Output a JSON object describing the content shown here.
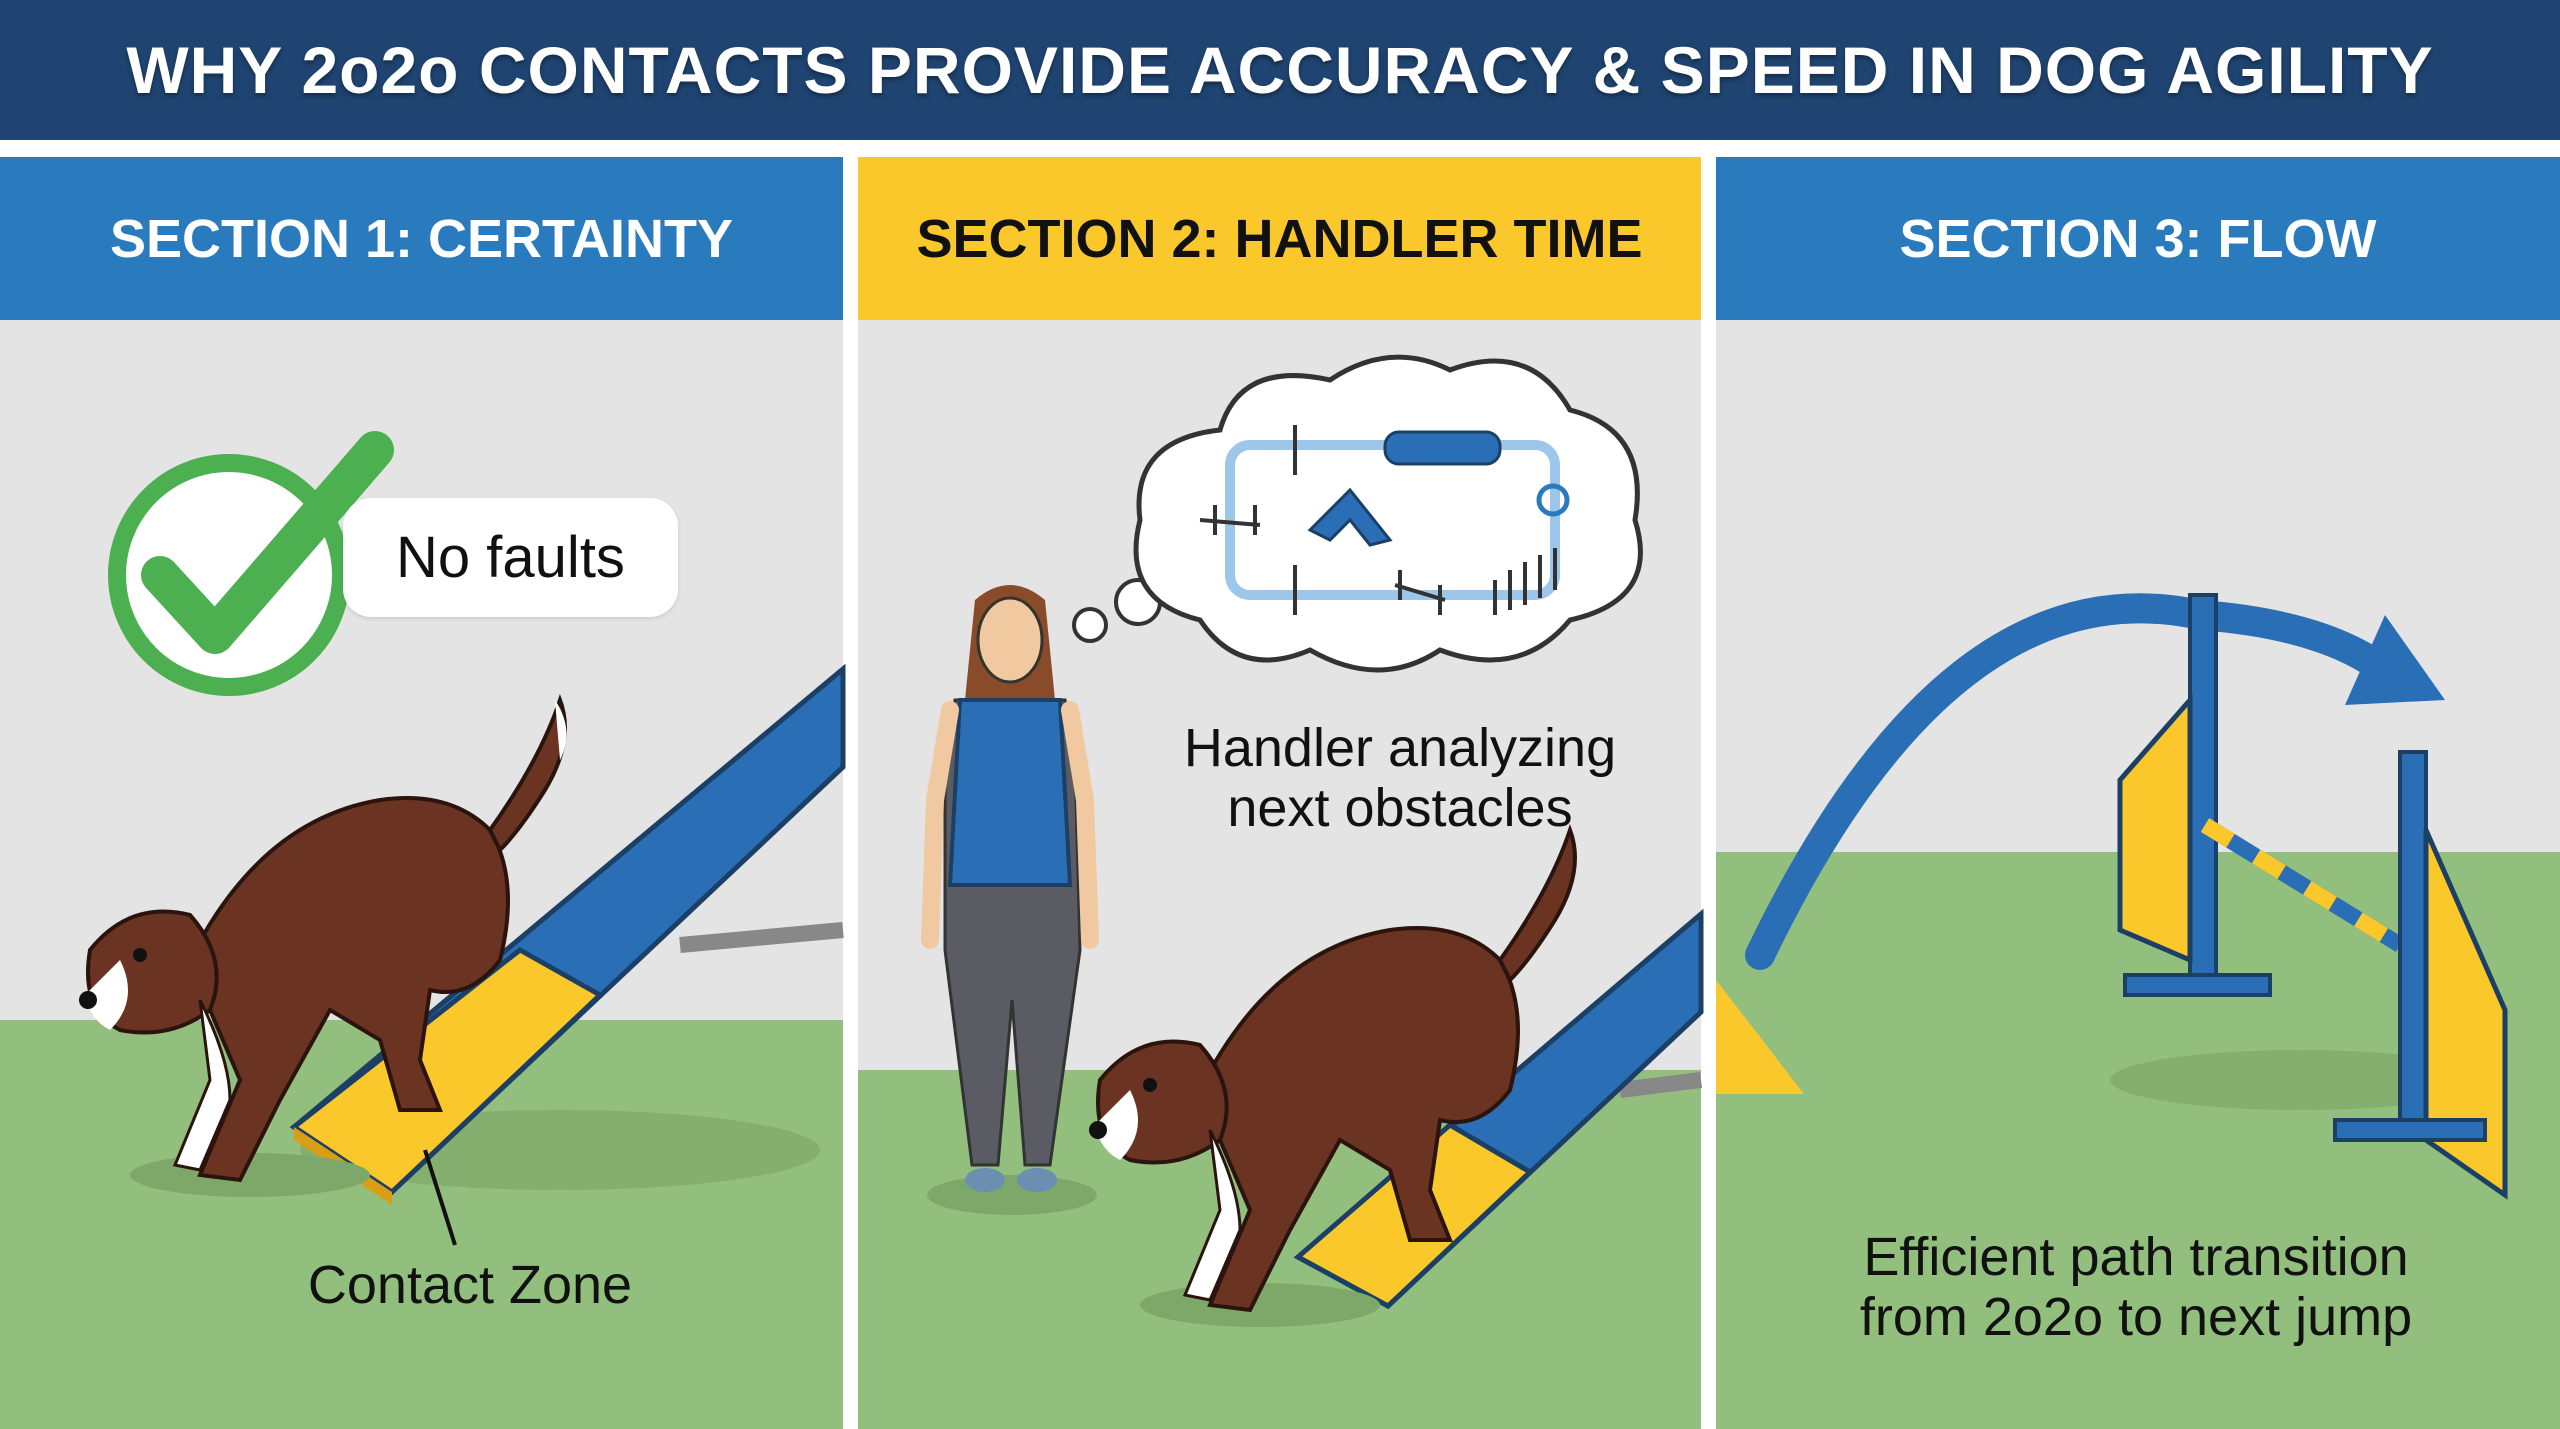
{
  "title": "WHY 2o2o CONTACTS PROVIDE ACCURACY & SPEED IN DOG AGILITY",
  "sections": [
    {
      "heading": "SECTION 1: CERTAINTY",
      "badge": "No faults",
      "caption": "Contact Zone"
    },
    {
      "heading": "SECTION 2: HANDLER TIME",
      "caption_line1": "Handler analyzing",
      "caption_line2": "next obstacles"
    },
    {
      "heading": "SECTION 3: FLOW",
      "caption_line1": "Efficient path transition",
      "caption_line2": "from 2o2o to next jump"
    }
  ],
  "colors": {
    "navy": "#1f4471",
    "blue": "#2a7bbd",
    "yellow": "#fbc82c",
    "sky": "#e4e4e4",
    "grass": "#93bf7e",
    "check": "#4caf50",
    "dog": "#6b3322"
  }
}
